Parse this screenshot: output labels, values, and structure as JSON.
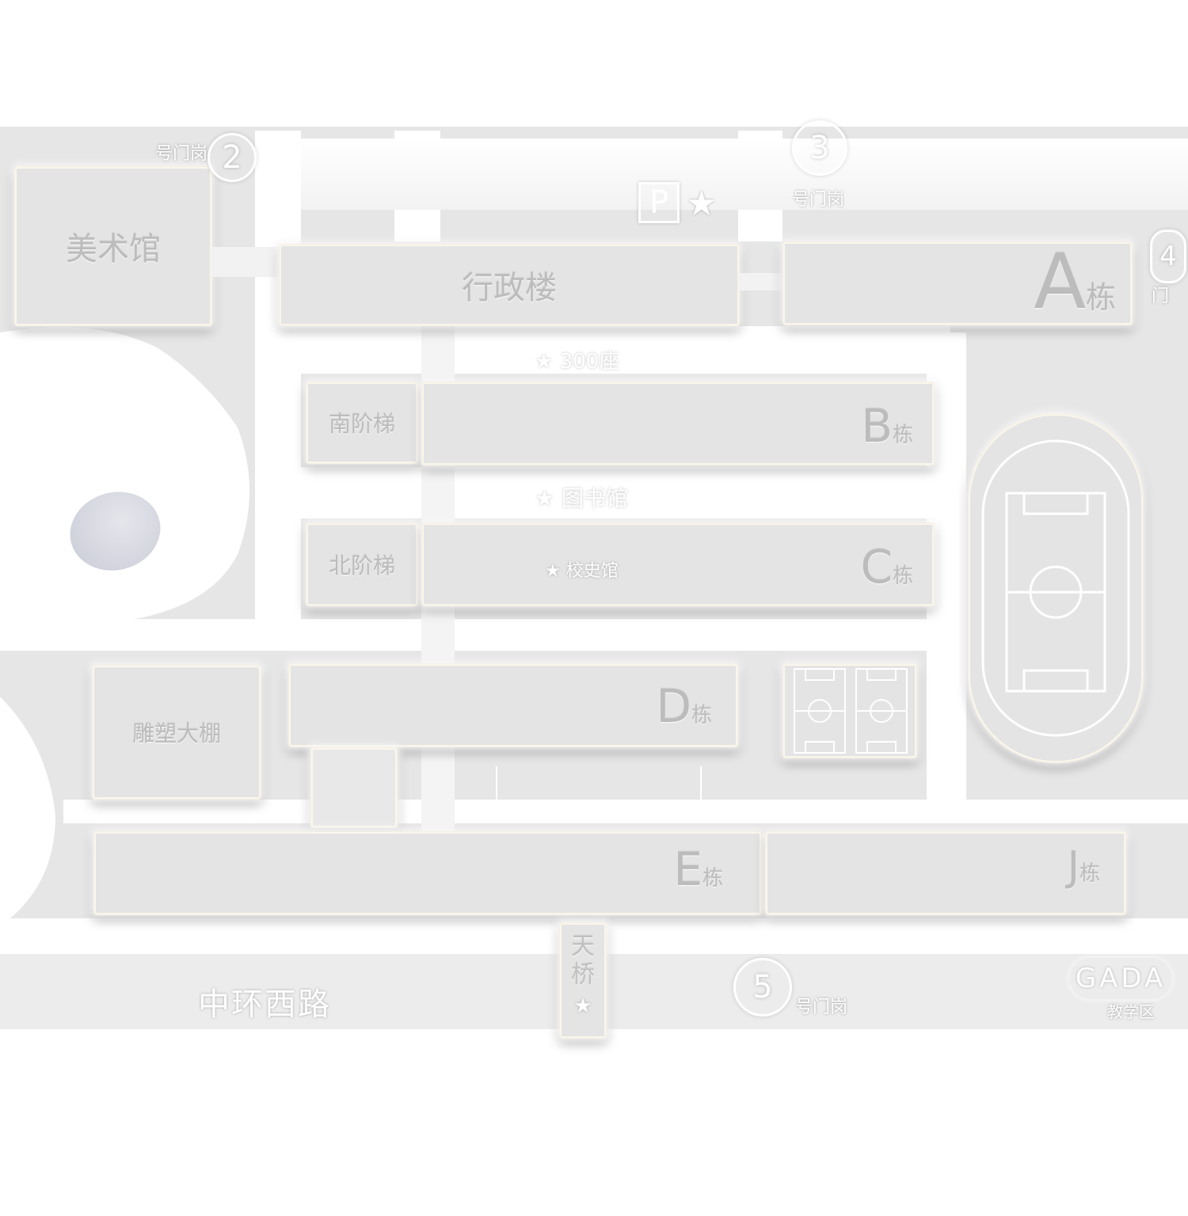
{
  "buildings": {
    "art_museum": "美术馆",
    "admin": "行政楼",
    "south_stairs": "南阶梯",
    "north_stairs": "北阶梯",
    "sculpture_shed": "雕塑大棚",
    "a_letter": "A",
    "a_suffix": "栋",
    "b_letter": "B",
    "b_suffix": "栋",
    "c_letter": "C",
    "c_suffix": "栋",
    "d_letter": "D",
    "d_suffix": "栋",
    "e_letter": "E",
    "e_suffix": "栋",
    "j_letter": "J",
    "j_suffix": "栋",
    "history_museum": "校史馆",
    "overpass": "天桥"
  },
  "gates": {
    "gate2_num": "2",
    "gate2_text": "号门岗",
    "gate3_num": "3",
    "gate3_text": "号门岗",
    "gate4_num": "4",
    "gate4_text": "门",
    "gate5_num": "5",
    "gate5_text": "号门岗"
  },
  "roads": {
    "zhonghuan_west": "中环西路"
  },
  "misc": {
    "parking": "P",
    "star": "★",
    "hall_300": "300座",
    "library": "图书馆",
    "zone_code": "GADA",
    "zone_name": "教学区"
  },
  "colors": {
    "building": "#e4e4e4",
    "ground": "#e6e6e6",
    "glow": "#f4efe4",
    "pond": "#c9cbd6"
  }
}
